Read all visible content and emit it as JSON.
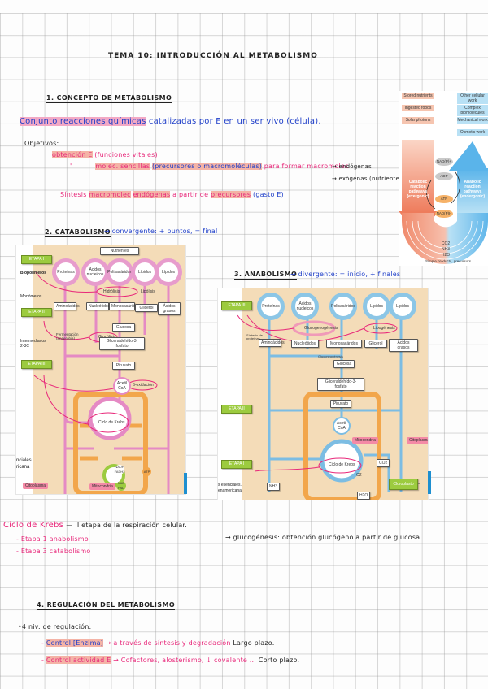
{
  "page": {
    "title": "TEMA 10: INTRODUCCIÓN AL METABOLISMO"
  },
  "section1": {
    "heading": "1. CONCEPTO DE METABOLISMO",
    "definition_part1": "Conjunto reacciones químicas",
    "definition_part2": "catalizadas por E en un ser vivo (célula).",
    "objectives_label": "Objetivos:",
    "obj1_hl": "obtención E",
    "obj1_rest": "(funciones vitales)",
    "obj2_quote": "\"",
    "obj2_hl": "molec. sencillas",
    "obj2_blue": "(precursores o macromoléculas)",
    "obj2_rest": "para formar macromolec",
    "arrow1": "→ endógenas",
    "arrow2": "→ exógenas (nutrientes)",
    "obj3_part1": "Síntesis",
    "obj3_hl1": "macromolec",
    "obj3_hl2": "endógenas",
    "obj3_part2": "a partir de",
    "obj3_hl3": "precursores",
    "obj3_blue": "(gasto E)"
  },
  "u_diagram": {
    "left_boxes": [
      "Stored nutrients",
      "Ingested foods",
      "Solar photons"
    ],
    "right_boxes": [
      "Other cellular work",
      "Complex biomolecules",
      "Mechanical work",
      "Osmotic work"
    ],
    "left_pathway": "Catabolic reaction pathways (exergonic)",
    "right_pathway": "Anabolic reaction pathways (endergonic)",
    "cofactors": [
      "NAD(P)+",
      "ADP",
      "ATP",
      "NAD(P)H"
    ],
    "products": [
      "CO2",
      "NH3",
      "H2O"
    ],
    "products_label": "Simple products, precursors",
    "colors": {
      "catabolic": "#f08a6c",
      "anabolic": "#7cc4ee"
    }
  },
  "section2": {
    "heading": "2. CATABOLISMO",
    "note": "→ convergente: + puntos, = final",
    "figure": {
      "top_label": "Nutrientes",
      "stages": [
        "ETAPA I",
        "ETAPA II",
        "ETAPA III"
      ],
      "side_labels": [
        "Biopolímeros",
        "Monómeros",
        "Intermediarios 2-3C",
        "nciales.",
        "ricana"
      ],
      "polymers": [
        "Proteínas",
        "Ácidos nucleicos",
        "Polisacáridos",
        "Lípidos",
        "Lípidos"
      ],
      "monomers": [
        "Aminoácidos",
        "Nucleótidos",
        "Monosacáridos",
        "Glicerol",
        "Ácidos grasos"
      ],
      "ovals": [
        "Hidrólisis",
        "Glucólisis",
        "β-oxidación",
        "Ciclo de Krebs"
      ],
      "small_labels": [
        "Lipólisis",
        "Fermentación (anaerobia)"
      ],
      "boxes": [
        "Glucosa",
        "Gliceraldehído-3-fosfato",
        "Piruvato",
        "Acetil CoA"
      ],
      "resp": [
        "NADH FADH2",
        "NAD FAD",
        "ATP"
      ],
      "compartments": [
        "Citoplasma",
        "Mitocondria"
      ],
      "colors": {
        "pathway": "#e58ac4",
        "mitochondria": "#f2a64b",
        "stage": "#9ccb3f"
      }
    }
  },
  "section3": {
    "heading": "3. ANABOLISMO",
    "note": "→ divergente: = inicio, + finales",
    "figure": {
      "stages": [
        "ETAPA III",
        "ETAPA II",
        "ETAPA I"
      ],
      "polymers": [
        "Proteínas",
        "Ácidos nucleicos",
        "Polisacáridos",
        "Lípidos",
        "Lípidos"
      ],
      "monomers": [
        "Aminoácidos",
        "Nucleótidos",
        "Monosacáridos",
        "Glicerol",
        "Ácidos grasos"
      ],
      "ovals": [
        "Glucogenogénesis",
        "Lipogénesis",
        "Ciclo de Krebs"
      ],
      "small_labels": [
        "Síntesis de proteínas",
        "Gluconeogénesis",
        "Aminoácidos"
      ],
      "boxes": [
        "Glucosa",
        "Gliceraldehído-3-fosfato",
        "Piruvato",
        "Acetil CoA",
        "CO2",
        "NH3",
        "H2O",
        "O2"
      ],
      "compartments": [
        "Mitocondria",
        "Citoplasma",
        "Cloroplasto"
      ],
      "side_labels": [
        "s esenciales.",
        "enamericana"
      ],
      "colors": {
        "pathway": "#7cbde3",
        "mitochondria": "#f2a64b",
        "stage": "#9ccb3f"
      }
    }
  },
  "krebs_note": {
    "title": "Ciclo de Krebs",
    "desc": "— II etapa de la respiración celular.",
    "item1": "- Etapa 1 anabolismo",
    "item2": "- Etapa 3 catabolismo"
  },
  "glucogenesis_note": "→ glucogénesis: obtención glucógeno a partir de glucosa",
  "section4": {
    "heading": "4. REGULACIÓN DEL METABOLISMO",
    "intro": "•4 niv. de regulación:",
    "item1_hl": "Control [Enzima]",
    "item1_rest": "→ a través de síntesis y degradación",
    "item1_term": "Largo plazo.",
    "item2_hl": "Control actividad E",
    "item2_rest": "→ Cofactores, alosterismo, ↓ covalente ...",
    "item2_term": "Corto plazo."
  }
}
